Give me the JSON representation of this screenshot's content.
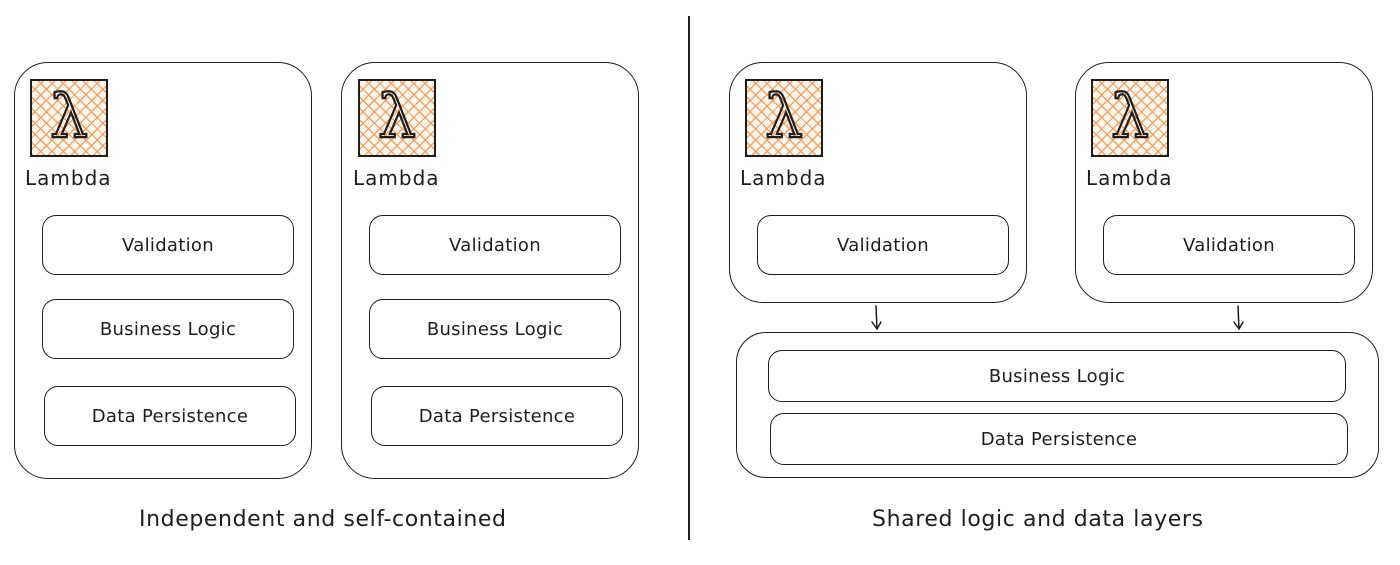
{
  "lambda_label": "Lambda",
  "lambda_symbol": "λ",
  "icon_name": "aws-lambda-icon",
  "colors": {
    "stroke": "#1e1e1e",
    "lambda_hatch": "#f79650",
    "background": "#ffffff"
  },
  "left_panel": {
    "caption": "Independent and self-contained",
    "functions": [
      {
        "name": "Lambda",
        "layers": [
          "Validation",
          "Business Logic",
          "Data Persistence"
        ]
      },
      {
        "name": "Lambda",
        "layers": [
          "Validation",
          "Business Logic",
          "Data Persistence"
        ]
      }
    ]
  },
  "right_panel": {
    "caption": "Shared logic and data layers",
    "functions": [
      {
        "name": "Lambda",
        "layers": [
          "Validation"
        ]
      },
      {
        "name": "Lambda",
        "layers": [
          "Validation"
        ]
      }
    ],
    "shared_layers": [
      "Business Logic",
      "Data Persistence"
    ]
  }
}
